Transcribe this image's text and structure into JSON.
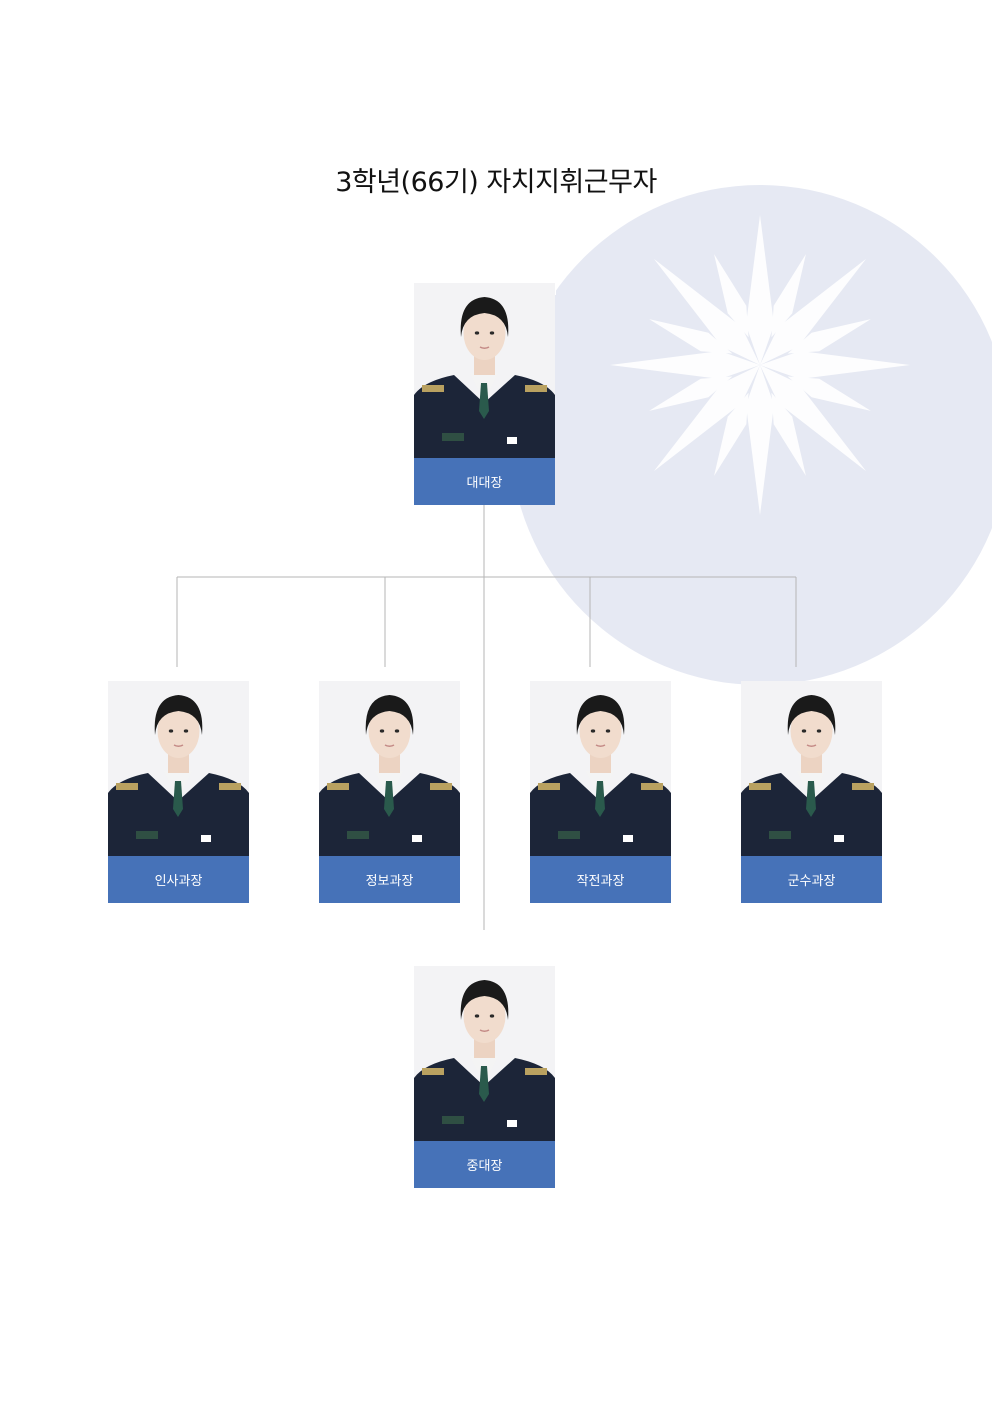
{
  "title": "3학년(66기)  자치지휘근무자",
  "colors": {
    "label_bg": "#4672b8",
    "label_text": "#ffffff",
    "connector": "#b5b5b5",
    "uniform": "#1c2538",
    "emblem_bg": "#e4e7f2"
  },
  "emblem": {
    "icon": "snowflake-emblem-icon"
  },
  "members": [
    {
      "id": "commander",
      "role": "대대장",
      "photo_icon": "cadet-portrait-icon"
    },
    {
      "id": "personnel",
      "role": "인사과장",
      "photo_icon": "cadet-portrait-icon"
    },
    {
      "id": "intelligence",
      "role": "정보과장",
      "photo_icon": "cadet-portrait-icon"
    },
    {
      "id": "operations",
      "role": "작전과장",
      "photo_icon": "cadet-portrait-icon"
    },
    {
      "id": "logistics",
      "role": "군수과장",
      "photo_icon": "cadet-portrait-icon"
    },
    {
      "id": "company",
      "role": "중대장",
      "photo_icon": "cadet-portrait-icon"
    }
  ]
}
